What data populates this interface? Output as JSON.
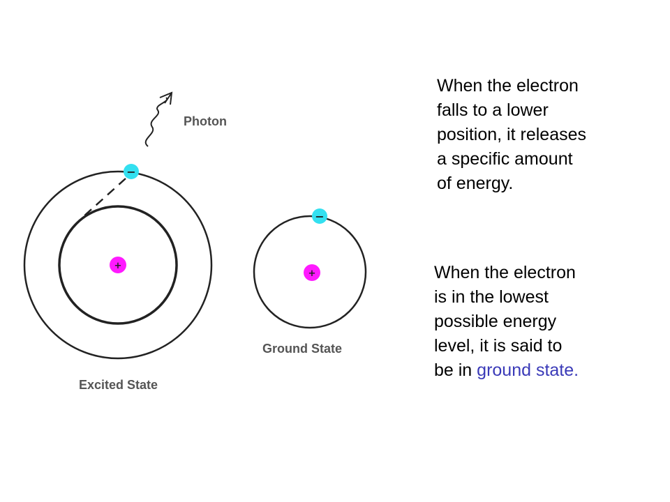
{
  "labels": {
    "photon": "Photon",
    "excited_state": "Excited State",
    "ground_state": "Ground State",
    "minus_sign": "−",
    "plus_sign": "+"
  },
  "text": {
    "release_lines": [
      "When the electron",
      "falls to a lower",
      "position, it releases",
      "a specific amount",
      "of energy."
    ],
    "ground_lines": [
      "When the electron",
      "is in the lowest",
      "possible energy",
      "level, it is said to"
    ],
    "ground_last_prefix": "be in ",
    "ground_last_highlight": "ground state."
  },
  "colors": {
    "electron": "#33e0f0",
    "nucleus": "#ff1aff",
    "orbit": "#222222",
    "highlight": "#3a3ab8"
  }
}
